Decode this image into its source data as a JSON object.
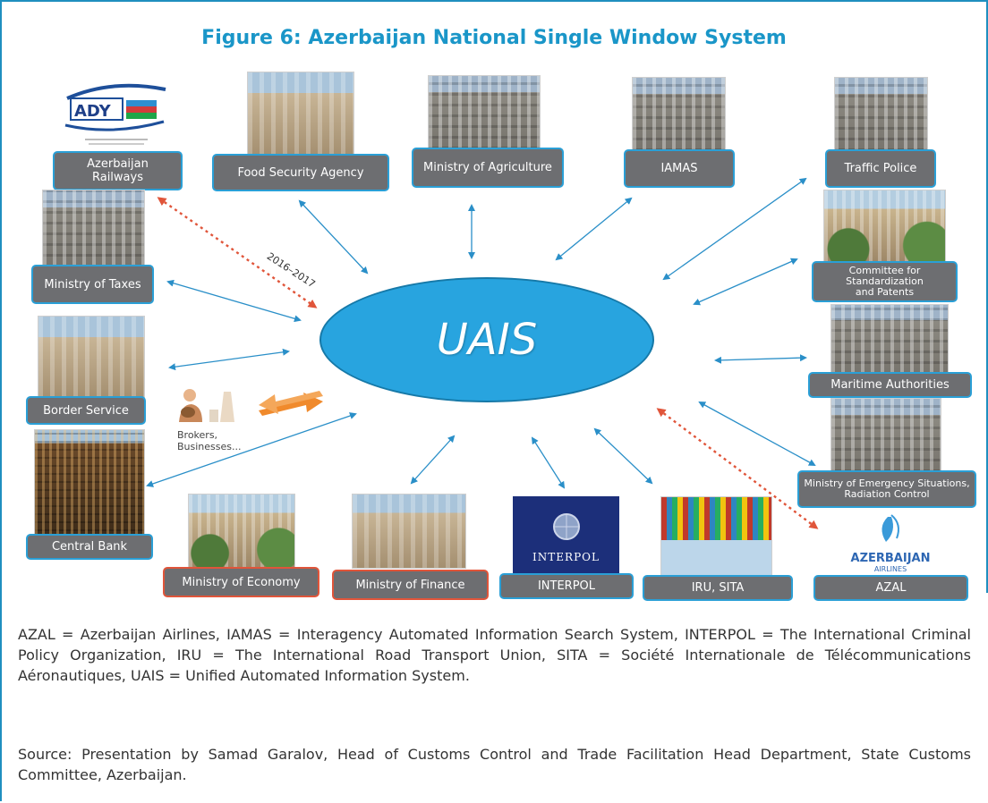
{
  "figure": {
    "title": "Figure 6: Azerbaijan National Single Window System",
    "center_label": "UAIS",
    "period_label": "2016–2017",
    "brokers_label_1": "Brokers,",
    "brokers_label_2": "Businesses..."
  },
  "nodes": {
    "railways": {
      "line1": "Azerbaijan",
      "line2": "Railways",
      "logo_text": "ADY"
    },
    "food_security": {
      "label": "Food Security Agency"
    },
    "agriculture": {
      "label": "Ministry of Agriculture"
    },
    "iamas": {
      "label": "IAMAS"
    },
    "traffic_police": {
      "label": "Traffic Police"
    },
    "taxes": {
      "label": "Ministry of Taxes"
    },
    "standardization": {
      "line1": "Committee for",
      "line2": "Standardization",
      "line3": "and Patents"
    },
    "border": {
      "label": "Border Service"
    },
    "maritime": {
      "label": "Maritime  Authorities"
    },
    "emergency": {
      "line1": "Ministry of Emergency Situations,",
      "line2": "Radiation Control"
    },
    "central_bank": {
      "label": "Central Bank"
    },
    "economy": {
      "label": "Ministry of Economy"
    },
    "finance": {
      "label": "Ministry of Finance"
    },
    "interpol": {
      "label": "INTERPOL",
      "logo_text": "INTERPOL"
    },
    "iru_sita": {
      "label": "IRU, SITA"
    },
    "azal": {
      "label": "AZAL",
      "logo_line1": "AZERBAIJAN",
      "logo_line2": "AIRLINES"
    }
  },
  "notes": {
    "abbreviations": "AZAL = Azerbaijan Airlines, IAMAS = Interagency Automated Information Search System, INTERPOL = The International Criminal Policy Organization, IRU = The International Road Transport Union, SITA = Société Internationale de Télécommunications Aéronautiques, UAIS = Unified Automated Information System.",
    "source": "Source: Presentation by Samad Garalov, Head of Customs Control and Trade Facilitation Head Department, State Customs Committee, Azerbaijan."
  },
  "colors": {
    "title": "#1a96c8",
    "ellipse": "#28a4df",
    "label_fill": "#6d6e71",
    "label_border_blue": "#2a9fd6",
    "label_border_red": "#e0553a",
    "arrow_blue": "#2a8fc8",
    "arrow_red_dotted": "#e0553a"
  }
}
